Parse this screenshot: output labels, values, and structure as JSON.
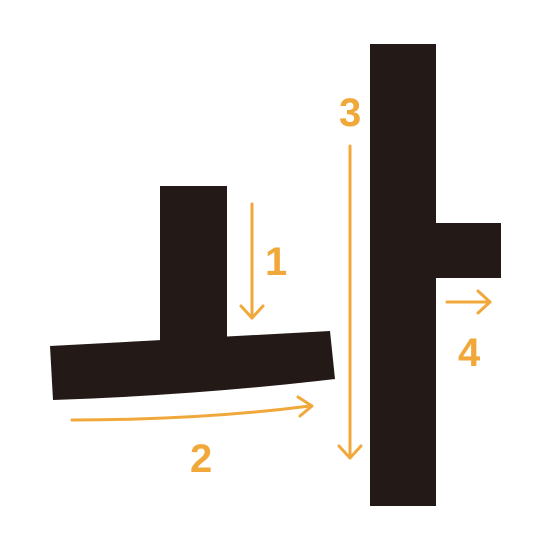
{
  "character": {
    "ink_color": "#231916",
    "annotation_color": "#F0A83A"
  },
  "strokes": [
    {
      "order": 1,
      "label": "1",
      "direction": "down"
    },
    {
      "order": 2,
      "label": "2",
      "direction": "right"
    },
    {
      "order": 3,
      "label": "3",
      "direction": "down"
    },
    {
      "order": 4,
      "label": "4",
      "direction": "right"
    }
  ]
}
